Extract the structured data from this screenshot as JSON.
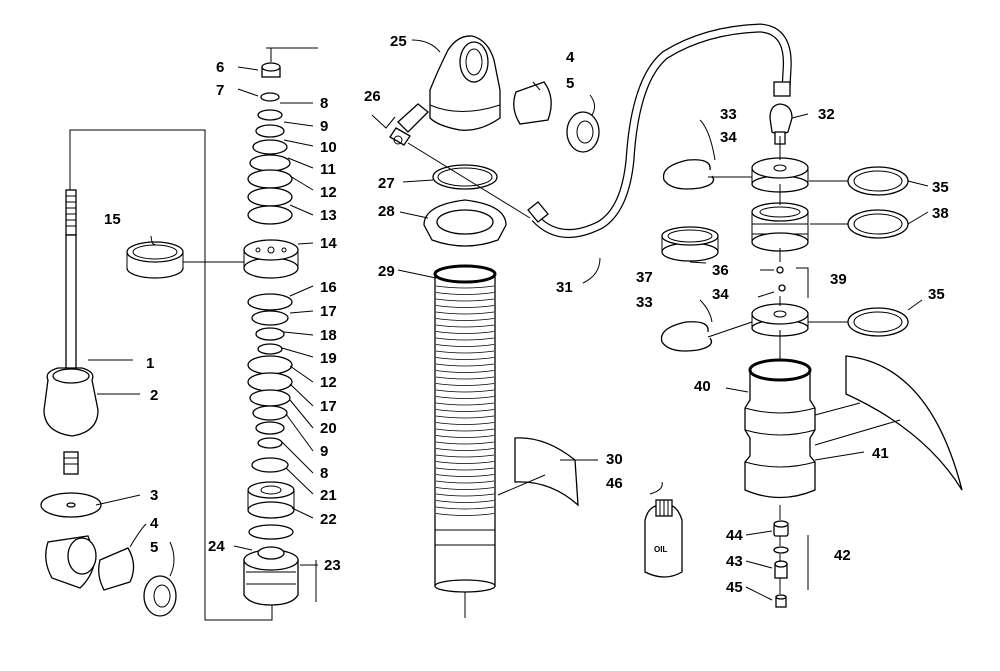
{
  "diagram": {
    "callouts": {
      "c1": "1",
      "c2": "2",
      "c3": "3",
      "c4a": "4",
      "c5a": "5",
      "c6": "6",
      "c7": "7",
      "c8a": "8",
      "c9a": "9",
      "c10": "10",
      "c11": "11",
      "c12a": "12",
      "c13": "13",
      "c14": "14",
      "c15": "15",
      "c16": "16",
      "c17a": "17",
      "c18": "18",
      "c19": "19",
      "c12b": "12",
      "c17b": "17",
      "c20": "20",
      "c9b": "9",
      "c8b": "8",
      "c21": "21",
      "c22": "22",
      "c23": "23",
      "c24": "24",
      "c25": "25",
      "c26": "26",
      "c4b": "4",
      "c5b": "5",
      "c27": "27",
      "c28": "28",
      "c29": "29",
      "c30": "30",
      "c46": "46",
      "c31": "31",
      "c32": "32",
      "c33a": "33",
      "c34a": "34",
      "c35a": "35",
      "c38": "38",
      "c37": "37",
      "c36": "36",
      "c39": "39",
      "c34b": "34",
      "c33b": "33",
      "c35b": "35",
      "c40": "40",
      "c41": "41",
      "c44": "44",
      "c43": "43",
      "c42": "42",
      "c45": "45"
    },
    "oil_label": "OIL"
  }
}
